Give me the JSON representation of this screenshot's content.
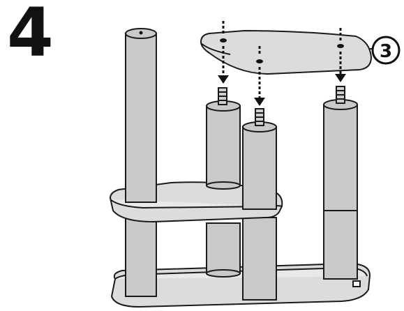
{
  "step": {
    "number": "4"
  },
  "callout": {
    "part_number": "3"
  },
  "colors": {
    "ink": "#1a1a1a",
    "pillar": "#c9c9c9",
    "shelf": "#dcdcdc",
    "background": "#ffffff"
  },
  "diagram": {
    "pillars_existing": 1,
    "pillars_to_connect": 3,
    "screw_arrows": 3,
    "holes_on_top_shelf": 3
  }
}
